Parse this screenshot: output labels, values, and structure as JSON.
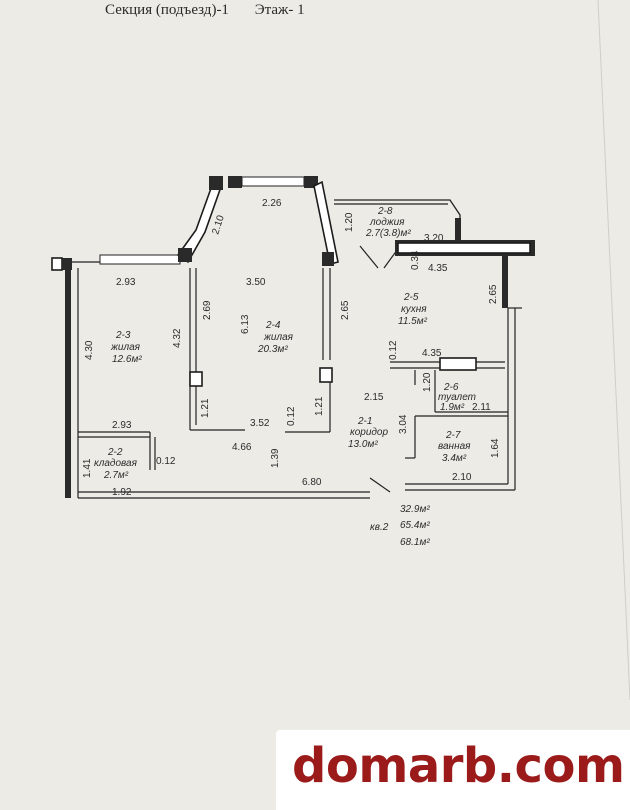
{
  "header": {
    "section": "Секция (подъезд)-1",
    "floor": "Этаж- 1"
  },
  "dims": {
    "d226": "2.26",
    "d210": "2.10",
    "d120a": "1.20",
    "d293a": "2.93",
    "d350": "3.50",
    "d269": "2.69",
    "d613": "6.13",
    "d265a": "2.65",
    "d430": "4.30",
    "d432": "4.32",
    "d121a": "1.21",
    "d352": "3.52",
    "d012a": "0.12",
    "d121b": "1.21",
    "d293b": "2.93",
    "d466": "4.66",
    "d139": "1.39",
    "d012b": "0.12",
    "d141": "1.41",
    "d192": "1.92",
    "d680": "6.80",
    "d320": "3.20",
    "d034": "0.34",
    "d435a": "4.35",
    "d265b": "2.65",
    "d012c": "0.12",
    "d435b": "4.35",
    "d215": "2.15",
    "d120b": "1.20",
    "d211": "2.11",
    "d304": "3.04",
    "d164": "1.64",
    "d210b": "2.10"
  },
  "rooms": {
    "r28": {
      "num": "2-8",
      "name": "лоджия",
      "area": "2.7(3.8)м²"
    },
    "r23": {
      "num": "2-3",
      "name": "жилая",
      "area": "12.6м²"
    },
    "r24": {
      "num": "2-4",
      "name": "жилая",
      "area": "20.3м²"
    },
    "r25": {
      "num": "2-5",
      "name": "кухня",
      "area": "11.5м²"
    },
    "r26": {
      "num": "2-6",
      "name": "туалет",
      "area": "1.9м²"
    },
    "r21": {
      "num": "2-1",
      "name": "коридор",
      "area": "13.0м²"
    },
    "r27": {
      "num": "2-7",
      "name": "ванная",
      "area": "3.4м²"
    },
    "r22": {
      "num": "2-2",
      "name": "кладовая",
      "area": "2.7м²"
    }
  },
  "totals": {
    "a": "32.9м²",
    "label": "кв.2",
    "b": "65.4м²",
    "c": "68.1м²"
  },
  "watermark": "domarb.com",
  "colors": {
    "paper": "#ecebe6",
    "wall": "#1c1c1c",
    "brand": "#9b1b1b"
  }
}
